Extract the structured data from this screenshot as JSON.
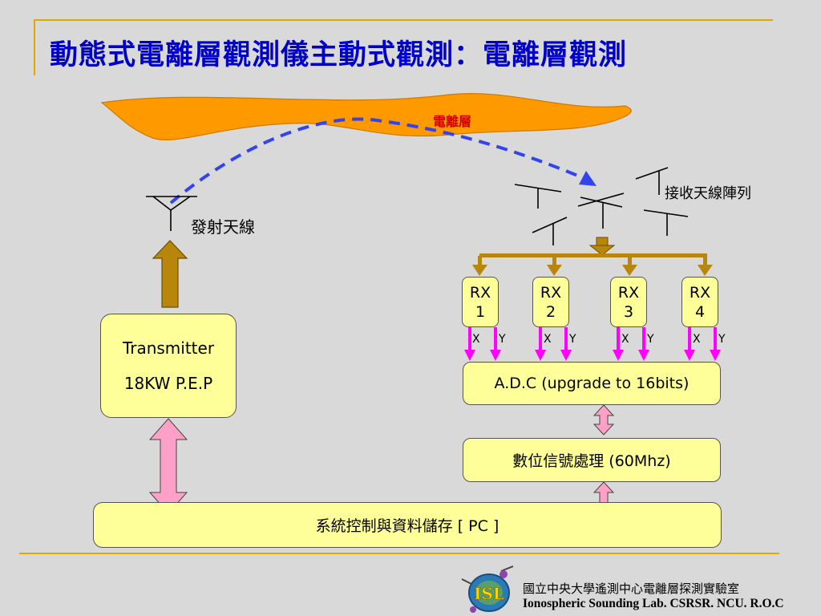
{
  "title": "動態式電離層觀測儀主動式觀測：電離層觀測",
  "ionosphere_label": "電離層",
  "tx_antenna_label": "發射天線",
  "rx_array_label": "接收天線陣列",
  "transmitter": {
    "line1": "Transmitter",
    "line2": "18KW P.E.P"
  },
  "receivers": [
    {
      "line1": "RX",
      "line2": "1"
    },
    {
      "line1": "RX",
      "line2": "2"
    },
    {
      "line1": "RX",
      "line2": "3"
    },
    {
      "line1": "RX",
      "line2": "4"
    }
  ],
  "xy": {
    "x": "X",
    "y": "Y"
  },
  "adc_label": "A.D.C (upgrade to 16bits)",
  "dsp_label": "數位信號處理 (60Mhz)",
  "pc_label": "系統控制與資料儲存 [ PC ]",
  "logo_text": "ISL",
  "footer": {
    "chinese": "國立中央大學遙測中心電離層探測實驗室",
    "english": "Ionospheric Sounding Lab. CSRSR.  NCU. R.O.C"
  },
  "colors": {
    "title": "#0000c8",
    "box_fill": "#ffff99",
    "ionosphere": "#ff9900",
    "dashed_path": "#3344ee",
    "arrow_brown": "#b8860b",
    "arrow_magenta": "#ff00ff",
    "arrow_pink": "#ffa0c8"
  }
}
